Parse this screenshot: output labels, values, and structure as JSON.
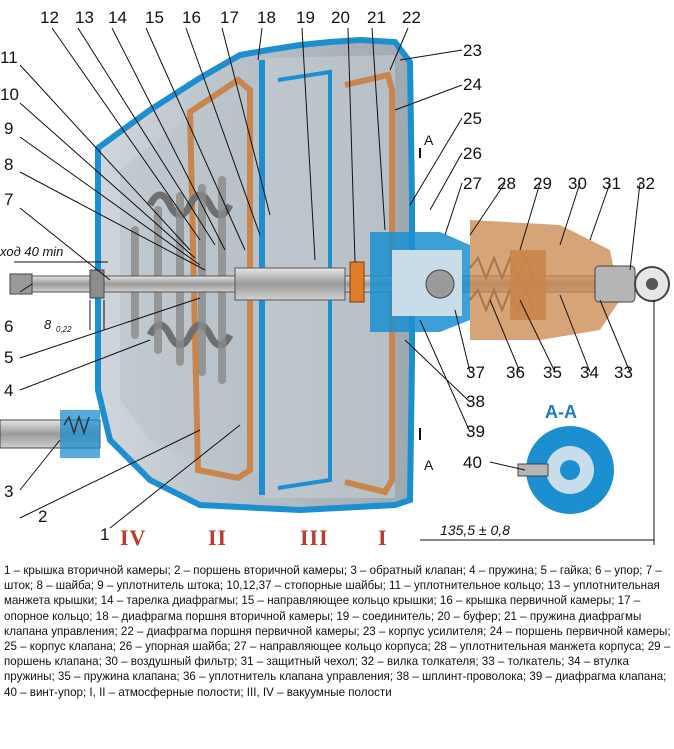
{
  "callouts": [
    "1",
    "2",
    "3",
    "4",
    "5",
    "6",
    "7",
    "8",
    "9",
    "10",
    "11",
    "12",
    "13",
    "14",
    "15",
    "16",
    "17",
    "18",
    "19",
    "20",
    "21",
    "22",
    "23",
    "24",
    "25",
    "26",
    "27",
    "28",
    "29",
    "30",
    "31",
    "32",
    "33",
    "34",
    "35",
    "36",
    "37",
    "38",
    "39",
    "40"
  ],
  "cavities": {
    "iv": "IV",
    "ii": "II",
    "iii": "III",
    "i": "I"
  },
  "section_marks": {
    "a_top": "A",
    "a_bottom": "A",
    "section_title": "A-A"
  },
  "dimensions": {
    "stroke_label": "ход 40 min",
    "gap_label": "8",
    "gap_tolerance": "0,22",
    "length_label": "135,5 ± 0,8"
  },
  "caption": "1 – крышка вторичной камеры; 2 – поршень вторичной камеры; 3 – обратный клапан; 4 – пружина; 5 – гайка; 6 – упор; 7 – шток; 8 – шайба; 9 – уплотнитель штока; 10,12,37 – стопорные шайбы; 11 – уплотнительное кольцо; 13 – уплотнительная манжета крышки; 14 – тарелка диафрагмы; 15 – направляющее кольцо крышки; 16 – крышка первичной камеры; 17 – опорное кольцо; 18 – диафрагма поршня вторичной камеры; 19 – соединитель; 20 – буфер; 21 – пружина диафрагмы клапана управления; 22 – диафрагма поршня первичной камеры; 23 – корпус усилителя; 24 – поршень первичной камеры; 25 – корпус клапана; 26 – упорная шайба; 27 – направляющее кольцо корпуса; 28 – уплотнительная манжета корпуса; 29 – поршень клапана; 30 – воздушный фильтр; 31 – защитный чехол; 32 – вилка толкателя; 33 – толкатель; 34 – втулка пружины; 35 – пружина клапана; 36 – уплотнитель клапана управления; 38 – шплинт-проволока; 39 – диафрагма клапана; 40 – винт-упор; I, II – атмосферные полости; III, IV – вакуумные полости",
  "colors": {
    "body": "#1b8fd0",
    "body_light": "#c8dcea",
    "rubber": "#c9854b",
    "metal": "#a9a9a9",
    "buffer": "#e07b28",
    "cavity_label": "#c0392b"
  }
}
